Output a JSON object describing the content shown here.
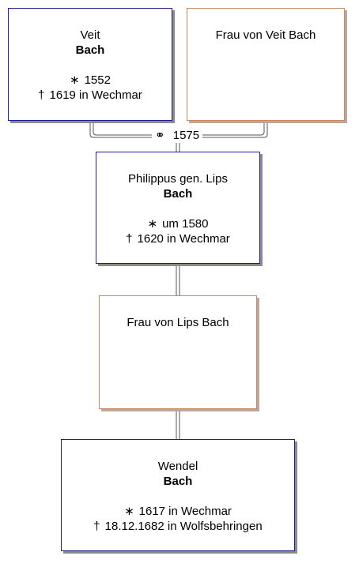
{
  "persons": {
    "veit": {
      "given": "Veit",
      "surname": "Bach",
      "birth": "1552",
      "death": "1619 in Wechmar"
    },
    "veit_wife": {
      "label": "Frau von Veit Bach"
    },
    "philippus": {
      "given": "Philippus gen. Lips",
      "surname": "Bach",
      "birth": "um 1580",
      "death": "1620 in Wechmar"
    },
    "lips_wife": {
      "label": "Frau von Lips Bach"
    },
    "wendel": {
      "given": "Wendel",
      "surname": "Bach",
      "birth": "1617 in Wechmar",
      "death": "18.12.1682 in Wolfsbehringen"
    }
  },
  "marriage": {
    "symbol": "⚭",
    "year": "1575"
  },
  "symbols": {
    "birth": "∗",
    "death": "†"
  },
  "colors": {
    "male_border": "#1e1e8c",
    "female_border": "#d08a60",
    "shadow": "#8a8a8a"
  }
}
